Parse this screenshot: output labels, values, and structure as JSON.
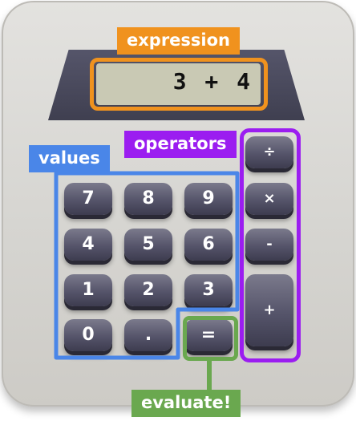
{
  "display": {
    "text": "3 + 4"
  },
  "keys": {
    "k7": "7",
    "k8": "8",
    "k9": "9",
    "k4": "4",
    "k5": "5",
    "k6": "6",
    "k1": "1",
    "k2": "2",
    "k3": "3",
    "k0": "0",
    "dot": ".",
    "equals": "=",
    "divide": "÷",
    "multiply": "×",
    "minus": "-",
    "plus": "+"
  },
  "annotations": {
    "expression": "expression",
    "values": "values",
    "operators": "operators",
    "evaluate": "evaluate!"
  },
  "colors": {
    "expression": "#f0921e",
    "values": "#4a86e8",
    "operators": "#9b1df0",
    "evaluate": "#6aa84f"
  }
}
